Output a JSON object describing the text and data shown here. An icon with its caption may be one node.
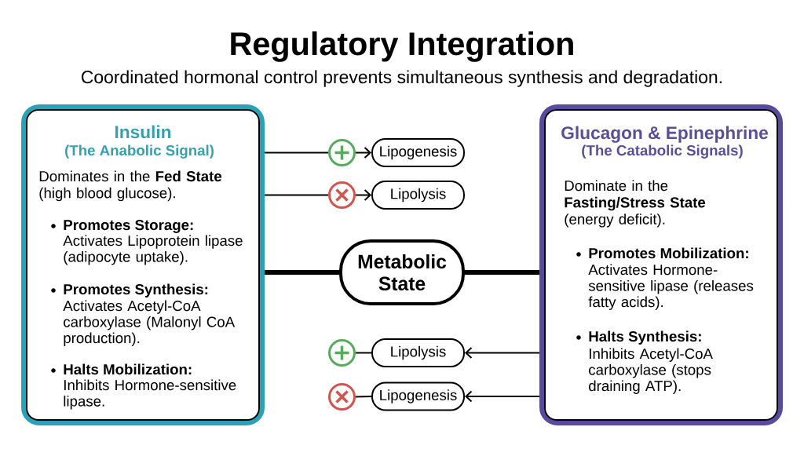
{
  "diagram": {
    "title": "Regulatory Integration",
    "nodes": [
      {
        "text": [
          "Insulin",
          "(The Anabolic Signal)",
          "Dominates in the **Fed State** (high blood glucose).",
          "Promotes Storage:",
          "Activates Lipoprotein lipase (adipocyte uptake).",
          "Promotes Synthesis:",
          "Activates Acetyl-CoA carboxylase (Malonyl CoA production).",
          "Halts Mobilization:",
          "Inhibits Hormone-sensitive lipase."
        ]
      },
      {
        "text": [
          "Glucagon & Epinephrine",
          "(The Catabolic Signals)",
          "Dominate in the **Fasting/Stress State** (energy deficit).",
          "Promotes Mobilization:",
          "Activates Hormone-sensitive lipase (releases fatty acids).",
          "Halts Synthesis:",
          "Inhibits Acetyl-CoA carboxylase (stops draining ATP)."
        ]
      },
      {
        "text": [],
        "shape": "plus"
      },
      {
        "text": [
          "Lipogenesis"
        ]
      },
      {
        "text": [],
        "shape": "cross"
      },
      {
        "text": [
          "Lipolysis"
        ]
      },
      {
        "text": [
          "Metabolic State"
        ]
      },
      {
        "text": [],
        "shape": "plus"
      },
      {
        "text": [
          "Lipolysis"
        ]
      },
      {
        "text": [],
        "shape": "cross"
      },
      {
        "text": [
          "Lipogenesis"
        ]
      }
    ],
    "edges": [
      {
        "from": 0,
        "to": 2,
        "arrow": "none"
      },
      {
        "from": 2,
        "to": 3,
        "arrow": "to"
      },
      {
        "from": 0,
        "to": 4,
        "arrow": "none"
      },
      {
        "from": 4,
        "to": 5,
        "arrow": "to"
      },
      {
        "from": 0,
        "to": 6,
        "arrow": "none",
        "style": "thick"
      },
      {
        "from": 6,
        "to": 1,
        "arrow": "none",
        "style": "thick"
      },
      {
        "from": 1,
        "to": 8,
        "arrow": "to"
      },
      {
        "from": 8,
        "to": 7,
        "arrow": "none"
      },
      {
        "from": 1,
        "to": 10,
        "arrow": "to"
      },
      {
        "from": 10,
        "to": 9,
        "arrow": "none"
      }
    ],
    "labels": [
      "Coordinated hormonal control prevents simultaneous synthesis and degradation."
    ]
  }
}
